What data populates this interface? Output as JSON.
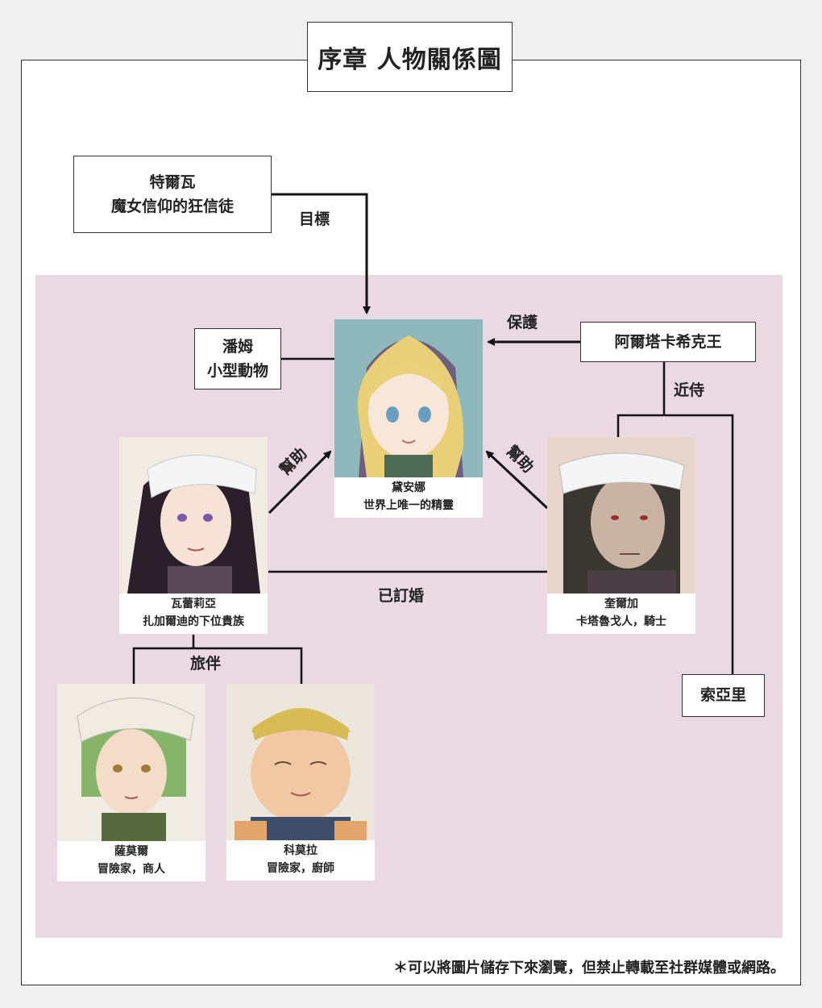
{
  "title": "序章 人物關係圖",
  "characters": {
    "telwa": {
      "name": "特爾瓦",
      "role": "魔女信仰的狂信徒"
    },
    "pam": {
      "name": "潘姆",
      "role": "小型動物"
    },
    "king": {
      "name": "阿爾塔卡希克王"
    },
    "diana": {
      "name": "黛安娜",
      "role": "世界上唯一的精靈"
    },
    "valeria": {
      "name": "瓦蕾莉亞",
      "role": "扎加爾迪的下位貴族"
    },
    "kuelga": {
      "name": "奎爾加",
      "role": "卡塔魯戈人，騎士"
    },
    "soari": {
      "name": "索亞里"
    },
    "samor": {
      "name": "薩莫爾",
      "role": "冒險家，商人"
    },
    "kemora": {
      "name": "科莫拉",
      "role": "冒險家，廚師"
    }
  },
  "relations": {
    "target": "目標",
    "protect": "保護",
    "attendant": "近侍",
    "help_left": "幫助",
    "help_right": "幫助",
    "engaged": "已訂婚",
    "companions": "旅伴"
  },
  "colors": {
    "page_bg": "#f1f0f0",
    "group_bg": "#ead8e2",
    "line": "#111111"
  },
  "icons": {
    "diana": "elf-girl-portrait",
    "valeria": "noblewoman-portrait",
    "kuelga": "knight-portrait",
    "samor": "merchant-portrait",
    "kemora": "cook-portrait"
  },
  "footnote": "＊可以將圖片儲存下來瀏覽，但禁止轉載至社群媒體或網路。"
}
